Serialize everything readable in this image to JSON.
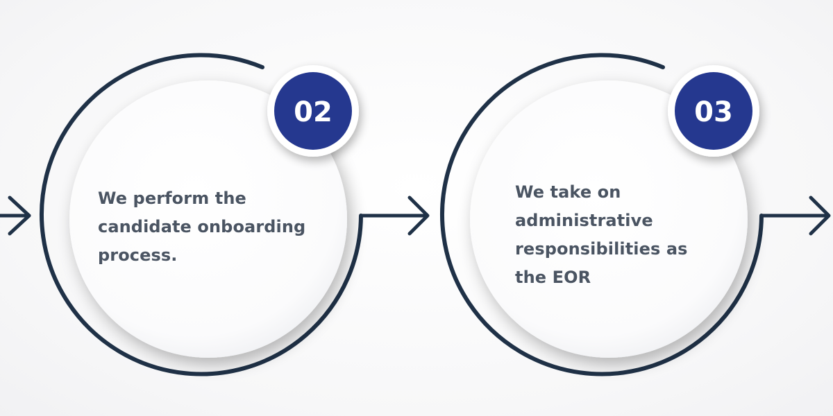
{
  "steps": [
    {
      "number": "02",
      "text": "We perform the candidate onboarding process."
    },
    {
      "number": "03",
      "text": "We take on administrative responsibilities as the EOR"
    }
  ],
  "colors": {
    "ring": "#1f3147",
    "badge": "#25388f",
    "text": "#4a5462",
    "background": "#fdfdfd"
  }
}
